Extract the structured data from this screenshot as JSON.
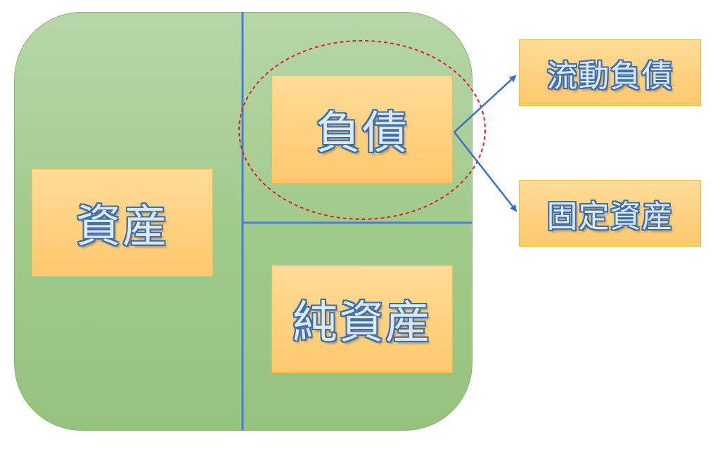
{
  "diagram": {
    "assets_label": "資産",
    "liabilities_label": "負債",
    "net_assets_label": "純資産",
    "current_liabilities_label": "流動負債",
    "fixed_assets_label": "固定資産"
  },
  "colors": {
    "board_fill": "#a5cd90",
    "box_fill": "#ffd27f",
    "divider": "#4a80c8",
    "arrow": "#3f6fc0",
    "highlight_ellipse": "#e02020"
  }
}
